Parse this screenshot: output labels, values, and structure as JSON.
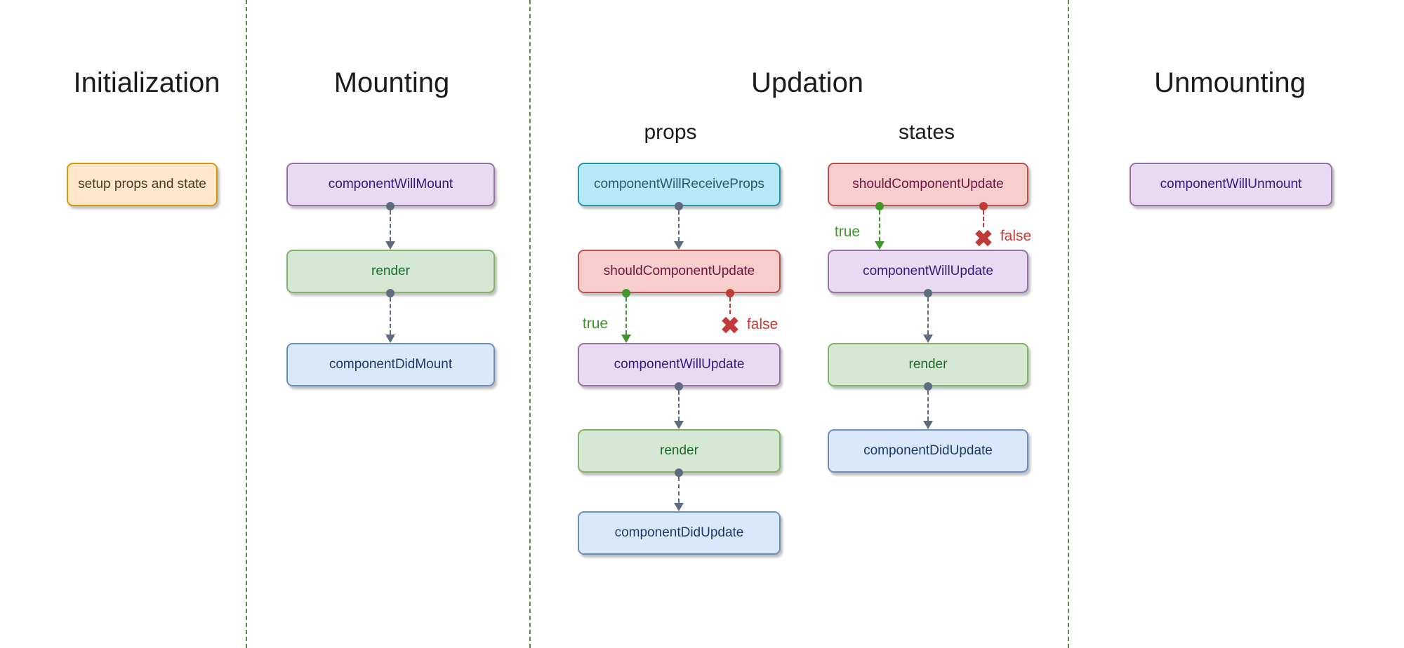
{
  "palette": {
    "separator": "#568b44",
    "heading-text": "#1b1b1b",
    "connector": "#5c6b80",
    "true-green": "#3f962a",
    "false-red": "#c13a38",
    "orange-fill": "#ffe6cc",
    "orange-border": "#d79b00",
    "orange-text": "#4d3b20",
    "purple-fill": "#e8daf0",
    "purple-border": "#9673a6",
    "purple-text": "#341b80",
    "green-fill": "#d5e8d4",
    "green-border": "#82b366",
    "green-text": "#1a6b2a",
    "blue-fill": "#dae8fc",
    "blue-border": "#6c8ebf",
    "blue-text": "#1e3a68",
    "cyan-fill": "#b5e8f9",
    "cyan-border": "#2398ad",
    "cyan-text": "#2d5670",
    "red-fill": "#f8cecc",
    "red-border": "#c0504c",
    "red-text": "#701540"
  },
  "sections": [
    {
      "title": "Initialization"
    },
    {
      "title": "Mounting"
    },
    {
      "title": "Updation"
    },
    {
      "title": "Unmounting"
    }
  ],
  "updation_subcolumns": [
    {
      "label": "props"
    },
    {
      "label": "states"
    }
  ],
  "boxes": {
    "initialization": [
      {
        "label": "setup props and state",
        "color": "orange"
      }
    ],
    "mounting": [
      {
        "label": "componentWillMount",
        "color": "purple"
      },
      {
        "label": "render",
        "color": "green"
      },
      {
        "label": "componentDidMount",
        "color": "blue"
      }
    ],
    "props": [
      {
        "label": "componentWillReceiveProps",
        "color": "cyan"
      },
      {
        "label": "shouldComponentUpdate",
        "color": "red"
      },
      {
        "label": "componentWillUpdate",
        "color": "purple"
      },
      {
        "label": "render",
        "color": "green"
      },
      {
        "label": "componentDidUpdate",
        "color": "blue"
      }
    ],
    "states": [
      {
        "label": "shouldComponentUpdate",
        "color": "red"
      },
      {
        "label": "componentWillUpdate",
        "color": "purple"
      },
      {
        "label": "render",
        "color": "green"
      },
      {
        "label": "componentDidUpdate",
        "color": "blue"
      }
    ],
    "unmounting": [
      {
        "label": "componentWillUnmount",
        "color": "purple"
      }
    ]
  },
  "branches": {
    "true_label": "true",
    "false_label": "false"
  },
  "icons": {
    "false_cross": "✖"
  }
}
